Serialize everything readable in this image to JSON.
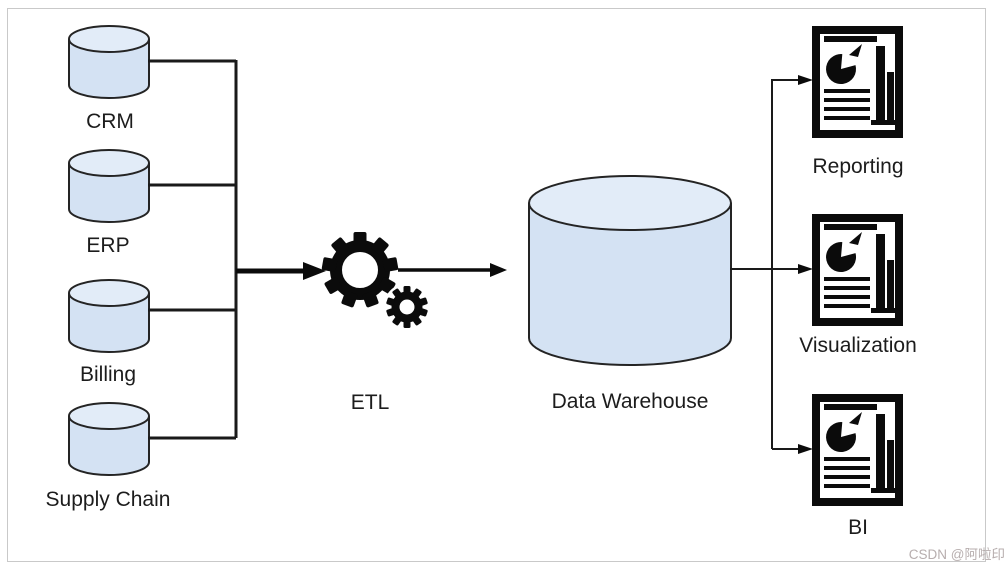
{
  "diagram": {
    "type": "data-flow-architecture",
    "sources": {
      "items": [
        {
          "id": "crm",
          "label": "CRM",
          "icon": "database-cylinder"
        },
        {
          "id": "erp",
          "label": "ERP",
          "icon": "database-cylinder"
        },
        {
          "id": "billing",
          "label": "Billing",
          "icon": "database-cylinder"
        },
        {
          "id": "supply-chain",
          "label": "Supply Chain",
          "icon": "database-cylinder"
        }
      ]
    },
    "process": {
      "id": "etl",
      "label": "ETL",
      "icon": "gears"
    },
    "warehouse": {
      "id": "data-warehouse",
      "label": "Data Warehouse",
      "icon": "database-cylinder-large"
    },
    "outputs": {
      "items": [
        {
          "id": "reporting",
          "label": "Reporting",
          "icon": "report-document"
        },
        {
          "id": "visualization",
          "label": "Visualization",
          "icon": "report-document"
        },
        {
          "id": "bi",
          "label": "BI",
          "icon": "report-document"
        }
      ]
    },
    "edges": [
      "CRM → ETL",
      "ERP → ETL",
      "Billing → ETL",
      "Supply Chain → ETL",
      "ETL → Data Warehouse",
      "Data Warehouse → Reporting",
      "Data Warehouse → Visualization",
      "Data Warehouse → BI"
    ],
    "colors": {
      "cylinder_fill": "#d4e2f3",
      "cylinder_top_fill": "#e2ecf8",
      "outline": "#242424",
      "icon_black": "#0b0b0b",
      "frame_border": "#c9c9c9",
      "label_text": "#1c1c1c"
    }
  },
  "watermark": {
    "text": "CSDN @阿啦印",
    "color": "#b7aeae"
  }
}
